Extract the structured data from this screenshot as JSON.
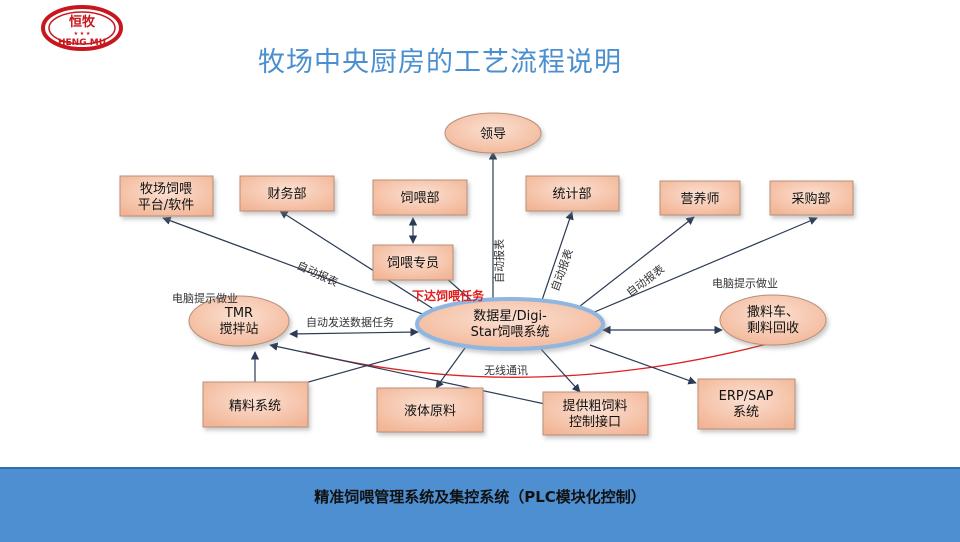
{
  "logo": {
    "text_cn": "恒牧",
    "text_en": "HENG MU",
    "stars": "★ ★ ★",
    "color": "#c8161e"
  },
  "title": "牧场中央厨房的工艺流程说明",
  "nodes": {
    "lingdao": "领导",
    "pingtai_l1": "牧场饲喂",
    "pingtai_l2": "平台/软件",
    "caiwu": "财务部",
    "siwei": "饲喂部",
    "tongji": "统计部",
    "yingyang": "营养师",
    "caigou": "采购部",
    "zhuanyuan": "饲喂专员",
    "tmr_l1": "TMR",
    "tmr_l2": "搅拌站",
    "center_l1": "数据星/Digi-",
    "center_l2": "Star饲喂系统",
    "chesale_l1": "撒料车、",
    "chesale_l2": "剩料回收",
    "jingliao": "精料系统",
    "yeti": "液体原料",
    "cuosi_l1": "提供粗饲料",
    "cuosi_l2": "控制接口",
    "erp_l1": "ERP/SAP",
    "erp_l2": "系统"
  },
  "edge_labels": {
    "auto_report_1": "自动报表",
    "auto_report_2": "自动报表",
    "auto_report_3": "自动报表",
    "auto_report_4": "自动报表",
    "issue_task": "下达饲喂任务",
    "auto_send": "自动发送数据任务",
    "pc_left": "电脑提示做业",
    "pc_right": "电脑提示做业",
    "wireless": "无线通讯"
  },
  "banner": "精准饲喂管理系统及集控系统（PLC模块化控制）",
  "colors": {
    "node_fill": "#f6c3a6",
    "node_stroke": "#b88f78",
    "center_stroke": "#8fb6e0",
    "arrow": "#2b3a55",
    "task_red": "#e02020",
    "banner": "#4e8fd2",
    "title": "#4a8fcf"
  }
}
